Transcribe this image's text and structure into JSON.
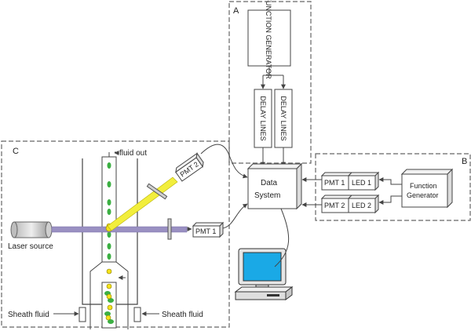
{
  "panels": {
    "a": "A",
    "b": "B",
    "c": "C"
  },
  "function_generator_vertical": "FUNCTION GENERATOR",
  "delay_line_1": "DELAY LINES",
  "delay_line_2": "DELAY LINES",
  "data_system": {
    "line1": "Data",
    "line2": "System"
  },
  "pmt1": "PMT 1",
  "pmt2": "PMT 2",
  "pmt1_b": "PMT 1",
  "pmt2_b": "PMT 2",
  "led1": "LED 1",
  "led2": "LED 2",
  "function_generator_b": {
    "line1": "Function",
    "line2": "Generator"
  },
  "fluid_out": "fluid out",
  "laser_source": "Laser source",
  "sheath_left": "Sheath fluid",
  "sheath_right": "Sheath fluid",
  "colors": {
    "laser": "#9a90c2",
    "yellow_beam": "#f2ee3c",
    "cell_green": "#3cb043",
    "bead_yellow": "#f5e21a",
    "screen": "#1aa9e6"
  }
}
